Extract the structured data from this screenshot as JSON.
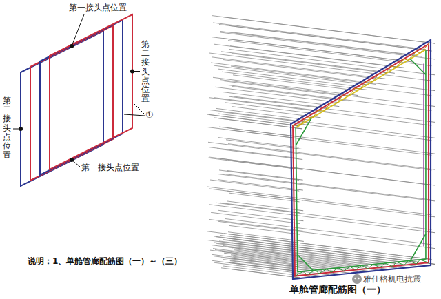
{
  "diagram": {
    "caption": "单舱管廊配筋图（一）",
    "labels": [
      "第一接头点位置",
      "第二接头点位置",
      "第二接头点位置",
      "第一接头点位置",
      "①",
      "说明：1、单舱管廊配筋图（一）～（三）",
      "雅仕格机电抗震"
    ]
  }
}
